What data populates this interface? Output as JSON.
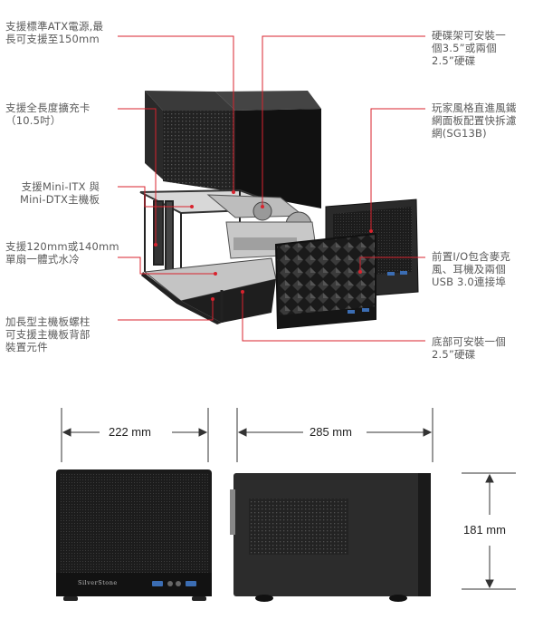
{
  "annotations": {
    "psu": "支援標準ATX電源,最\n長可支援至150mm",
    "expansion": "支援全長度擴充卡\n（10.5吋）",
    "motherboard": "支援Mini-ITX 與\nMini-DTX主機板",
    "fan": "支援120mm或140mm\n單扇一體式水冷",
    "standoff": "加長型主機板螺柱\n可支援主機板背部\n裝置元件",
    "hdd_cage": "硬碟架可安裝一\n個3.5”或兩個\n2.5”硬碟",
    "front_panel": "玩家風格直進風鐵\n網面板配置快拆濾\n網(SG13B)",
    "front_io": "前置I/O包含麥克\n風、耳機及兩個\nUSB 3.0連接埠",
    "bottom": "底部可安裝一個\n2.5”硬碟"
  },
  "dimensions": {
    "width": "222 mm",
    "depth": "285 mm",
    "height": "181 mm"
  },
  "brand": "SilverStone",
  "colors": {
    "leader": "#d9232e",
    "case": "#1e1e1e",
    "metal": "#b8b8b8"
  }
}
